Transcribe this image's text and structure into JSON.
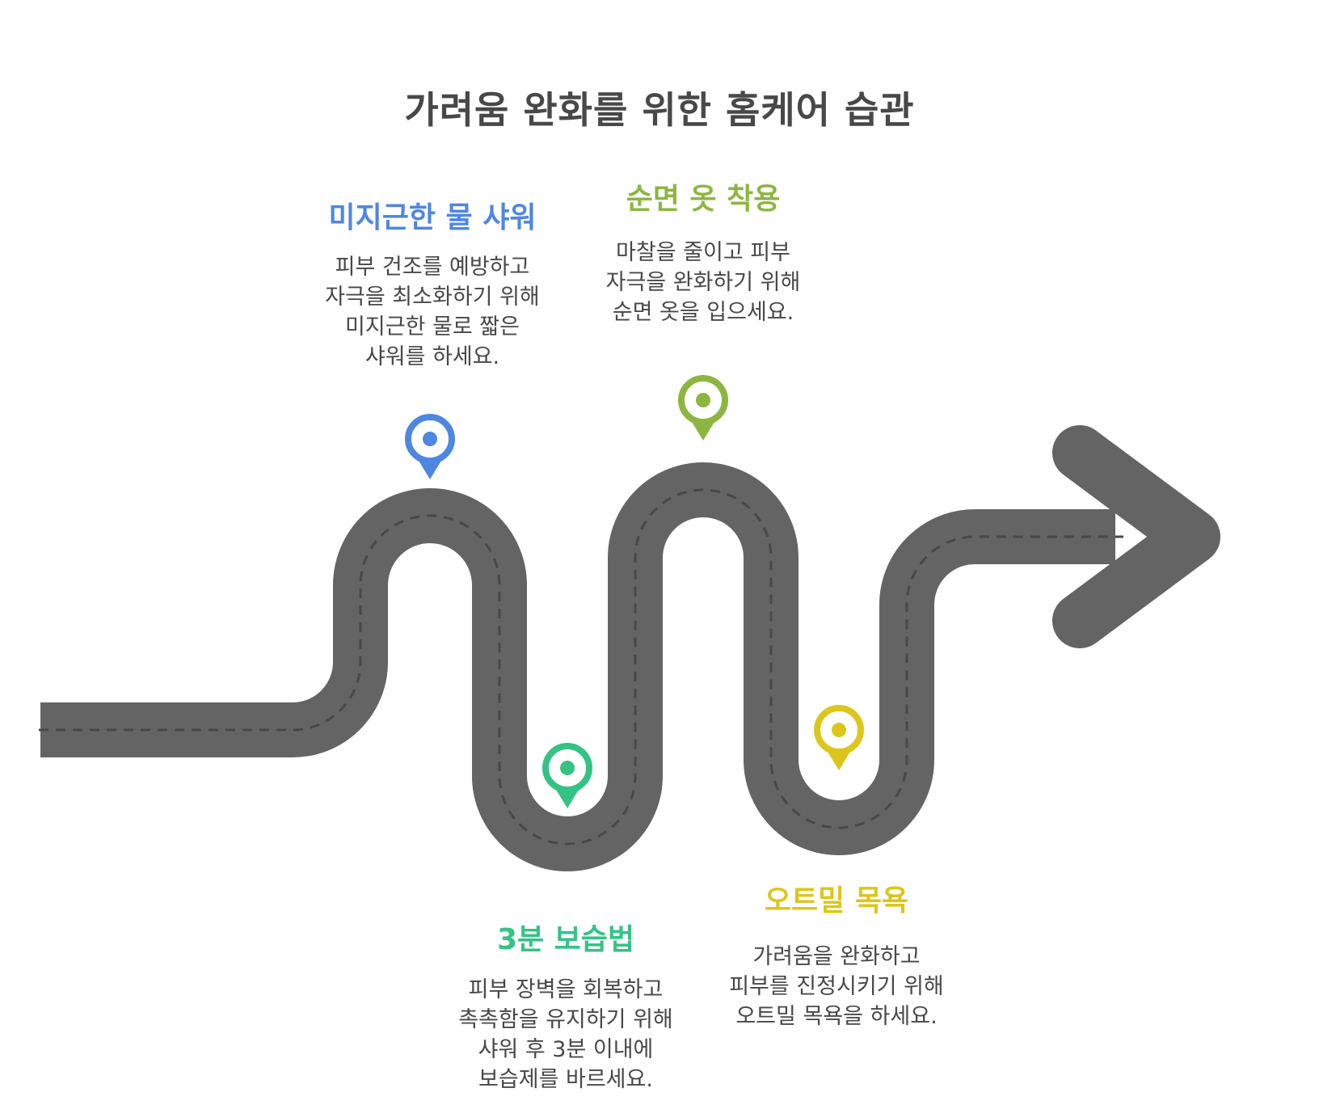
{
  "title": "가려움 완화를 위한 홈케어 습관",
  "colors": {
    "road": "#646464",
    "lane_marking": "#484848",
    "step1": "#4f87e0",
    "step2": "#34c384",
    "step3": "#8db640",
    "step4": "#dcc61a",
    "text": "#484848"
  },
  "steps": [
    {
      "title": "미지근한 물 샤워",
      "description": "피부 건조를 예방하고 자극을 최소화하기 위해 미지근한 물로 짧은 샤워를 하세요.",
      "color": "#4f87e0",
      "icon": "map-pin-icon"
    },
    {
      "title": "3분 보습법",
      "description": "피부 장벽을 회복하고 촉촉함을 유지하기 위해 샤워 후 3분 이내에 보습제를 바르세요.",
      "color": "#34c384",
      "icon": "map-pin-icon"
    },
    {
      "title": "순면 옷 착용",
      "description": "마찰을 줄이고 피부 자극을 완화하기 위해 순면 옷을 입으세요.",
      "color": "#8db640",
      "icon": "map-pin-icon"
    },
    {
      "title": "오트밀 목욕",
      "description": "가려움을 완화하고 피부를 진정시키기 위해 오트밀 목욕을 하세요.",
      "color": "#dcc61a",
      "icon": "map-pin-icon"
    }
  ]
}
